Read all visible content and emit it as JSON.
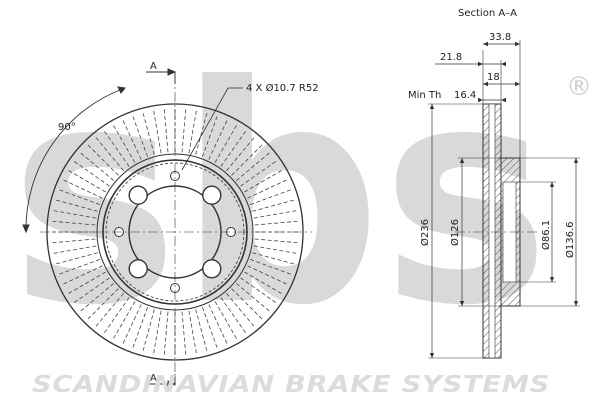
{
  "watermark": {
    "logo_text": "sbs",
    "registered_mark": "®",
    "footer_text": "SCANDINAVIAN BRAKE SYSTEMS"
  },
  "front_view": {
    "hole_callout": "4 X Ø10.7 R52",
    "angle_label": "90°",
    "section_marker_top": "A",
    "section_marker_bottom": "A"
  },
  "section_view": {
    "title": "Section A–A",
    "dims": {
      "total_thickness": "33.8",
      "hat_depth": "21.8",
      "disc_thickness": "18",
      "min_thickness_label": "Min Th",
      "min_thickness": "16.4",
      "outer_diameter": "Ø236",
      "inner_diameter": "Ø126",
      "hat_diameter": "Ø136.6",
      "center_bore": "Ø86.1"
    }
  },
  "colors": {
    "line": "#333333",
    "watermark": "#d9d9d9",
    "hatch": "#555555"
  }
}
